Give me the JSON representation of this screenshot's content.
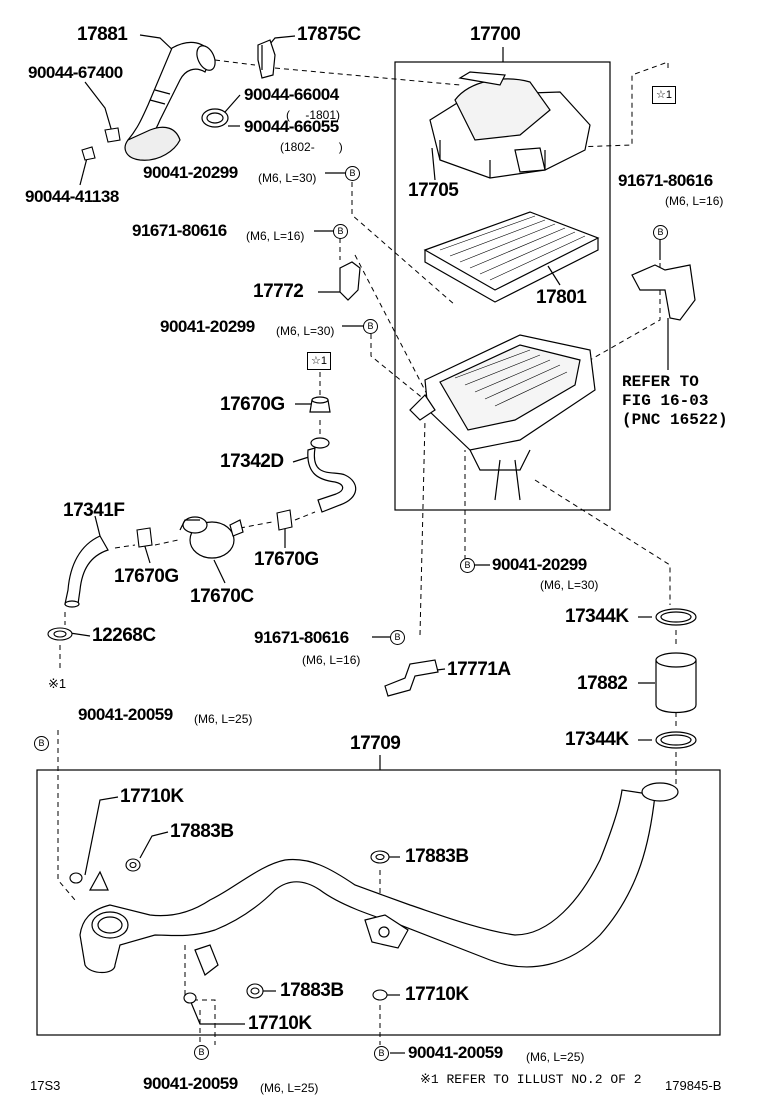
{
  "labels": {
    "p17881": "17881",
    "p17875C": "17875C",
    "p17700": "17700",
    "p90044_67400": "90044-67400",
    "p90044_66004": "90044-66004",
    "p90044_66004_range": "(　 -1801)",
    "p90044_66055": "90044-66055",
    "p90044_66055_range": "(1802-　　)",
    "p90044_41138": "90044-41138",
    "p90041_20299_a": "90041-20299",
    "p90041_20299_a_spec": "(M6, L=30)",
    "p17705": "17705",
    "p91671_80616_a": "91671-80616",
    "p91671_80616_a_spec": "(M6, L=16)",
    "p91671_80616_b": "91671-80616",
    "p91671_80616_b_spec": "(M6, L=16)",
    "p17772": "17772",
    "p17801": "17801",
    "p90041_20299_b": "90041-20299",
    "p90041_20299_b_spec": "(M6, L=30)",
    "refer_line1": "REFER TO",
    "refer_line2": "FIG 16-03",
    "refer_line3": "(PNC 16522)",
    "p17670G_a": "17670G",
    "p17342D": "17342D",
    "p17341F": "17341F",
    "p17670G_b": "17670G",
    "p17670G_c": "17670G",
    "p17670C": "17670C",
    "p90041_20299_c": "90041-20299",
    "p90041_20299_c_spec": "(M6, L=30)",
    "p12268C": "12268C",
    "p91671_80616_c": "91671-80616",
    "p91671_80616_c_spec": "(M6, L=16)",
    "p17344K_a": "17344K",
    "p17771A": "17771A",
    "p17882": "17882",
    "star1_note": "※1",
    "p90041_20059_a": "90041-20059",
    "p90041_20059_a_spec": "(M6, L=25)",
    "p17344K_b": "17344K",
    "p17709": "17709",
    "p17710K_a": "17710K",
    "p17883B_a": "17883B",
    "p17883B_b": "17883B",
    "p17883B_c": "17883B",
    "p17710K_b": "17710K",
    "p17710K_c": "17710K",
    "p90041_20059_b": "90041-20059",
    "p90041_20059_b_spec": "(M6, L=25)",
    "p90041_20059_c": "90041-20059",
    "p90041_20059_c_spec": "(M6, L=25)"
  },
  "markers": {
    "bolt": "B",
    "star_box": "☆1"
  },
  "footer": {
    "left_code": "17S3",
    "note": "※1 REFER TO ILLUST NO.2 OF 2",
    "drawing_no": "179845-B"
  }
}
